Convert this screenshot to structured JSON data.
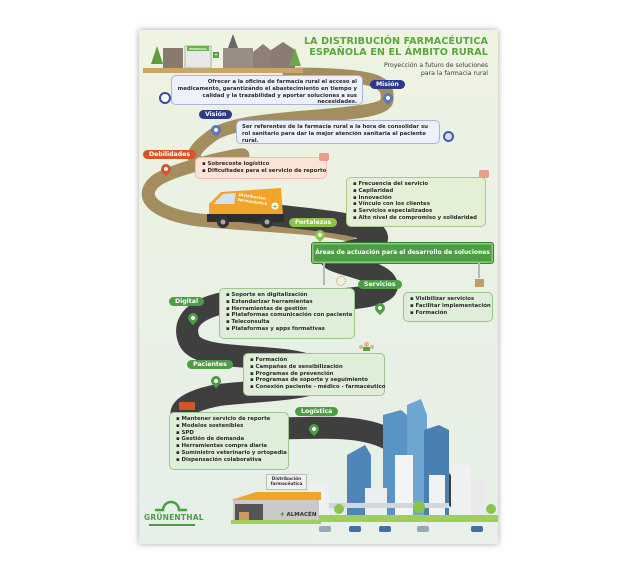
{
  "header": {
    "title_line1": "LA DISTRIBUCIÓN FARMACÉUTICA",
    "title_line2": "ESPAÑOLA EN EL ÁMBITO RURAL",
    "subtitle_line1": "Proyección a futuro de soluciones",
    "subtitle_line2": "para la farmacia rural",
    "pharmacy_sign": "FARMACIA"
  },
  "mision": {
    "label": "Misión",
    "text": "Ofrecer a la oficina de farmacia rural el acceso al medicamento, garantizando el abastecimiento en tiempo y calidad y la trazabilidad y aportar soluciones a sus necesidades."
  },
  "vision": {
    "label": "Visión",
    "text": "Ser referentes de la farmacia rural a la hora de consolidar su rol sanitario para dar la mejor atención sanitaria al paciente rural."
  },
  "debilidades": {
    "label": "Debilidades",
    "items": [
      "Sobrecoste logístico",
      "Dificultades para el servicio de reporto"
    ]
  },
  "van": {
    "text": "Distribución farmacéutica"
  },
  "fortalezas": {
    "label": "Fortalezas",
    "items": [
      "Frecuencia del servicio",
      "Capilaridad",
      "Innovación",
      "Vínculo con los clientes",
      "Servicios especializados",
      "Alto nivel de compromiso y solidaridad"
    ]
  },
  "banner": {
    "text": "Áreas de actuación para el desarrollo de soluciones"
  },
  "digital": {
    "label": "Digital",
    "items": [
      "Soporte en digitalización",
      "Estandarizar herramientas",
      "Herramientas de gestión",
      "Plataformas comunicación con paciente",
      "Teleconsulta",
      "Plataformas y apps formativas"
    ]
  },
  "servicios": {
    "label": "Servicios",
    "items": [
      "Visibilizar servicios",
      "Facilitar implementación",
      "Formación"
    ]
  },
  "pacientes": {
    "label": "Pacientes",
    "items": [
      "Formación",
      "Campañas de sensibilización",
      "Programas de prevención",
      "Programas de soporte y seguimiento",
      "Conexión paciente - médico - farmacéutico"
    ]
  },
  "logistica": {
    "label": "Logística",
    "items": [
      "Mantener servicio de reporte",
      "Modelos sostenibles",
      "SPD",
      "Gestión de demanda",
      "Herramientas compra diaria",
      "Suministro veterinario y ortopedia",
      "Dispensación colaborativa"
    ]
  },
  "warehouse": {
    "sign": "Distribución farmacéutica",
    "label": "ALMACÉN"
  },
  "logo": {
    "text": "GRÜNENTHAL"
  },
  "colors": {
    "title_green": "#5aa83c",
    "navy": "#2c3a8a",
    "orange_red": "#d4552a",
    "light_green": "#8cc34a",
    "green": "#4c9e45",
    "road": "#3d3d3d",
    "dirt_road": "#a08a5a"
  }
}
